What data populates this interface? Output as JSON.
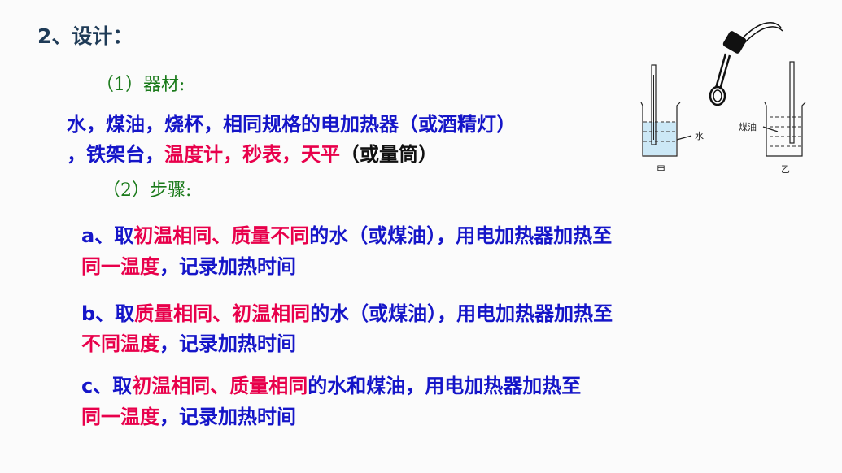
{
  "title": "2、设计：",
  "materials_heading": "（1）器材:",
  "materials": {
    "line1": "水，煤油，烧杯，相同规格的电加热器（或酒精灯）",
    "line2_a": "，铁架台，",
    "line2_b": "温度计，秒表，天平",
    "line2_c": "（或量筒）"
  },
  "steps_heading": "（2）步骤:",
  "steps": {
    "a": {
      "p1": "a、取",
      "h1": "初温相同、质量不同",
      "p2": "的水（或煤油），用电加热器加热至",
      "h2": "同一温度",
      "p3": "，记录加热时间"
    },
    "b": {
      "p1": "b、取",
      "h1": "质量相同、初温相同",
      "p2": "的水（或煤油），用电加热器加热至",
      "h2": "不同温度",
      "p3": "，记录加热时间"
    },
    "c": {
      "p1": "c、取",
      "h1": "初温相同、质量相同",
      "p2": "的水和煤油，用电加热器加热至",
      "h2": "同一温度",
      "p3": "，记录加热时间"
    }
  },
  "figure": {
    "label_water": "水",
    "label_kerosene": "煤油",
    "label_left_beaker": "甲",
    "label_right_beaker": "乙"
  },
  "colors": {
    "title": "#1f3b57",
    "heading": "#1a7a1a",
    "body": "#1515c8",
    "highlight": "#e8004b"
  }
}
